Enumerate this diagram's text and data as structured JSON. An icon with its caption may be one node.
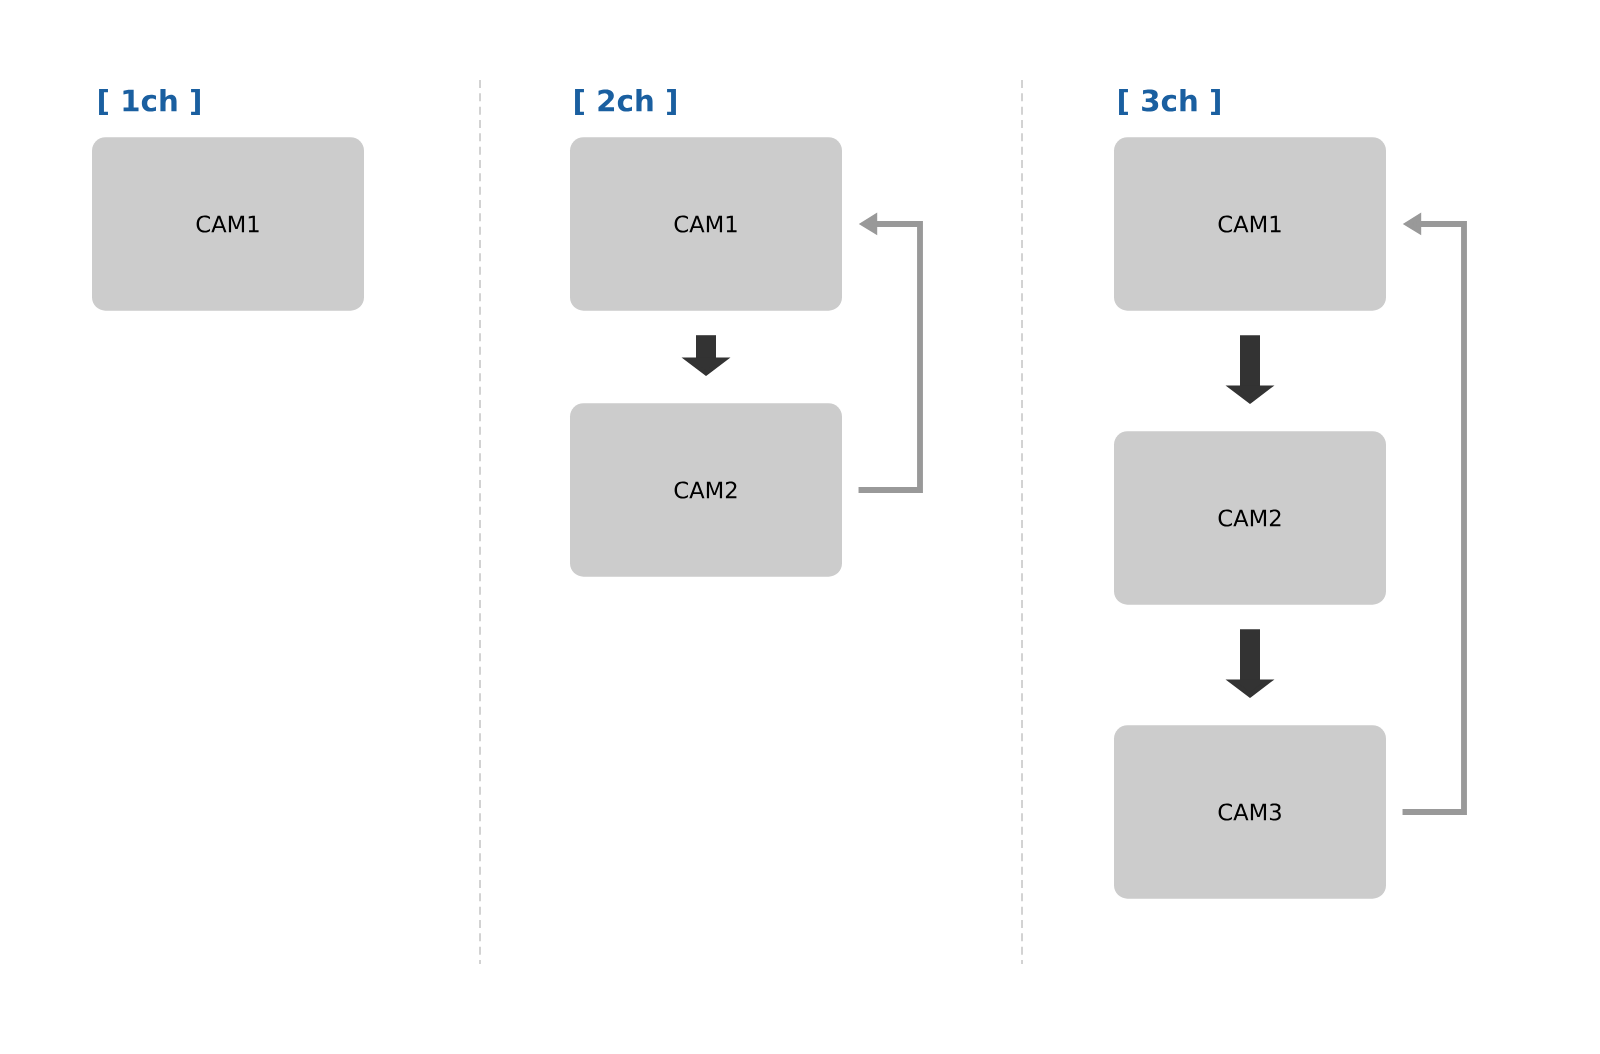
{
  "diagram": {
    "nodes": [
      {
        "text": [
          "CAM1"
        ]
      },
      {
        "text": [
          "CAM1"
        ]
      },
      {
        "text": [
          "CAM2"
        ]
      },
      {
        "text": [
          "CAM1"
        ]
      },
      {
        "text": [
          "CAM2"
        ]
      },
      {
        "text": [
          "CAM3"
        ]
      }
    ],
    "edges": [
      {
        "from": 1,
        "to": 2,
        "arrow": "to"
      },
      {
        "from": 2,
        "to": 1,
        "arrow": "to",
        "color": "#999999"
      },
      {
        "from": 3,
        "to": 4,
        "arrow": "to"
      },
      {
        "from": 4,
        "to": 5,
        "arrow": "to"
      },
      {
        "from": 5,
        "to": 3,
        "arrow": "to",
        "color": "#999999"
      }
    ],
    "labels": [
      "[ 1ch ]",
      "[ 2ch ]",
      "[ 3ch ]"
    ]
  }
}
